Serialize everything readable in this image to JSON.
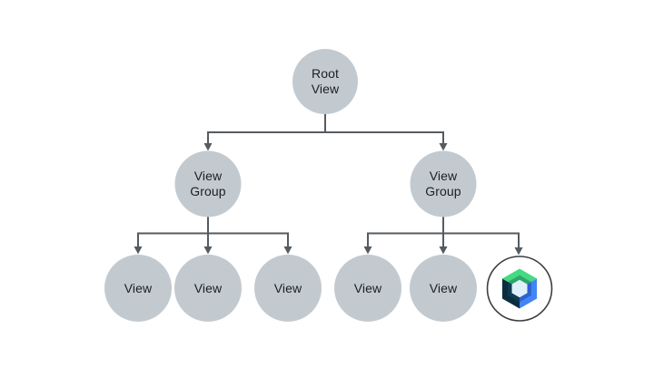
{
  "diagram": {
    "description": "View hierarchy tree",
    "colors": {
      "background": "#ffffff",
      "node_fill": "#c2cad0",
      "connector": "#565b60",
      "text": "#1c1e21",
      "compose_circle_fill": "#ffffff",
      "compose_circle_stroke": "#3a3f44"
    },
    "nodes": {
      "root": {
        "label": "Root View"
      },
      "view_groups": [
        "View Group",
        "View Group"
      ],
      "views": [
        "View",
        "View",
        "View",
        "View",
        "View"
      ]
    },
    "compose_icon": {
      "name": "jetpack-compose-logo",
      "colors": {
        "top_outer": "#43da81",
        "top_inner": "#2fa666",
        "right_outer": "#4285f4",
        "right_inner": "#2c61cf",
        "left_outer": "#0a2e40",
        "left_inner": "#123a50",
        "center": "#e0f0fa"
      }
    }
  }
}
